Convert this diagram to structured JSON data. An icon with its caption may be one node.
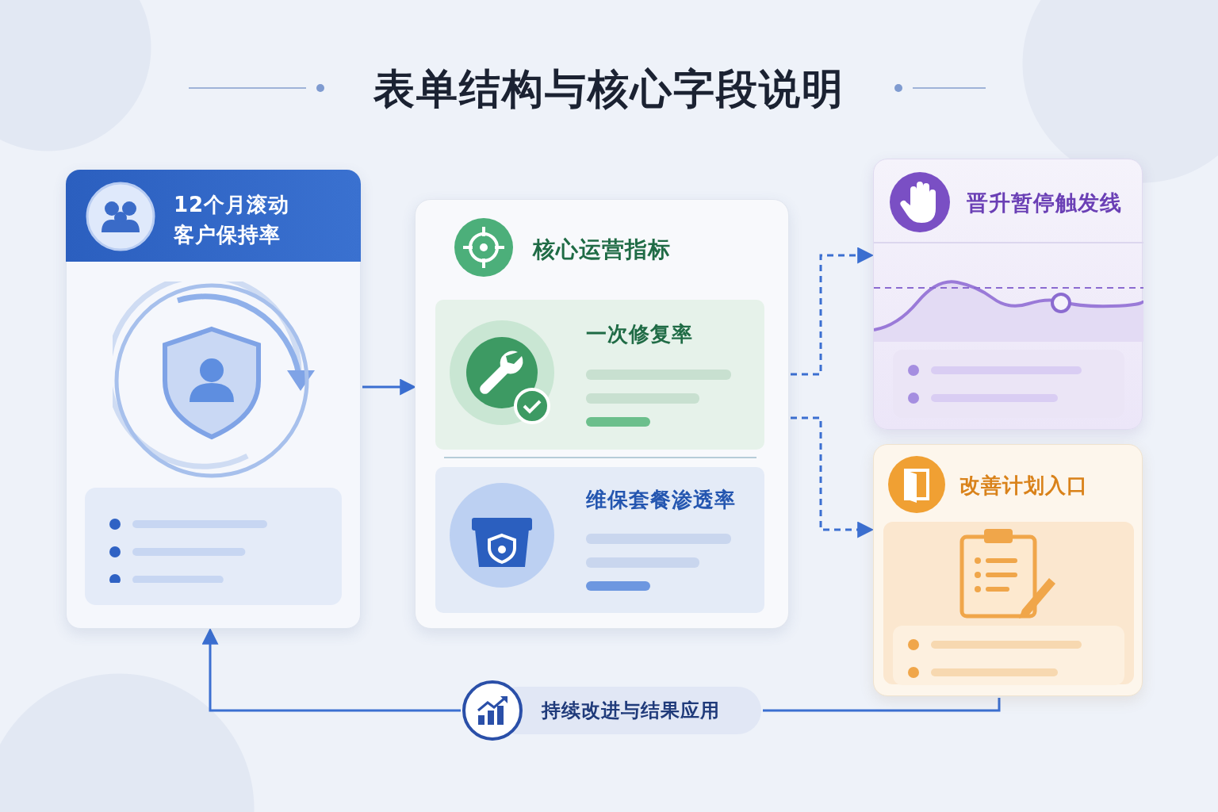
{
  "diagram": {
    "title": "表单结构与核心字段说明",
    "nodes": [
      {
        "text": [
          "12个月滚动客户保持率"
        ]
      },
      {
        "text": [
          "核心运营指标"
        ]
      },
      {
        "text": [
          "一次修复率"
        ],
        "in": 1
      },
      {
        "text": [
          "维保套餐渗透率"
        ],
        "in": 1
      },
      {
        "text": [
          "晋升暂停触发线"
        ]
      },
      {
        "text": [
          "改善计划入口"
        ]
      },
      {
        "text": [
          "持续改进与结果应用"
        ]
      }
    ],
    "edges": [
      {
        "from": 0,
        "to": 1,
        "arrow": "to"
      },
      {
        "from": 1,
        "to": 4,
        "arrow": "to",
        "style": "dashed"
      },
      {
        "from": 1,
        "to": 5,
        "arrow": "to",
        "style": "dashed"
      },
      {
        "from": 5,
        "to": 6,
        "arrow": "none"
      },
      {
        "from": 6,
        "to": 0,
        "arrow": "to"
      }
    ]
  }
}
